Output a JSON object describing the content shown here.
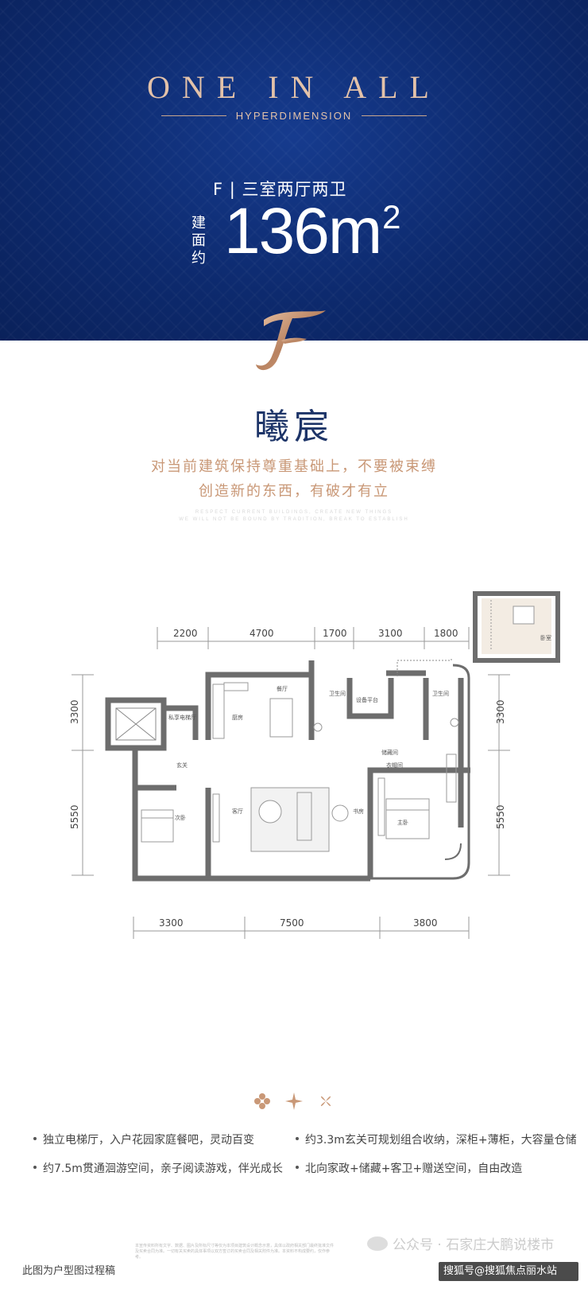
{
  "header": {
    "brand_title": "ONE IN ALL",
    "brand_subtitle": "HYPERDIMENSION",
    "unit_type": "F | 三室两厅两卫",
    "area_label": "建面约",
    "area_value": "136m",
    "area_unit_sup": "2"
  },
  "logo": {
    "letter": "F"
  },
  "intro": {
    "name": "曦宸",
    "slogan_line1": "对当前建筑保持尊重基础上，不要被束缚",
    "slogan_line2": "创造新的东西，有破才有立",
    "fine_en_line1": "RESPECT CURRENT BUILDINGS, CREATE NEW THINGS",
    "fine_en_line2": "WE WILL NOT BE BOUND BY TRADITION, BREAK TO ESTABLISH"
  },
  "floorplan": {
    "top_dims": [
      "2200",
      "4700",
      "1700",
      "3100",
      "1800"
    ],
    "bottom_dims": [
      "3300",
      "7500",
      "3800"
    ],
    "left_dims": [
      "3300",
      "5550"
    ],
    "right_dims": [
      "3300",
      "5550"
    ],
    "rooms": {
      "elevator_hall": "私享电梯厅",
      "kitchen": "厨房",
      "dining": "餐厅",
      "bath1": "卫生间",
      "equipment": "设备平台",
      "bath2": "卫生间",
      "entrance": "玄关",
      "storage": "储藏间",
      "second_bedroom": "次卧",
      "living": "客厅",
      "study": "书房",
      "cloakroom": "衣帽间",
      "master_bedroom": "主卧",
      "inset_bedroom": "卧室"
    }
  },
  "features": [
    "独立电梯厅，入户花园家庭餐吧，灵动百变",
    "约3.3m玄关可规划组合收纳，深柜+薄柜，大容量仓储",
    "约7.5m贯通洄游空间，亲子阅读游戏，伴光成长",
    "北向家政+储藏+客卫+赠送空间，自由改造"
  ],
  "footer": {
    "note": "此图为户型图过程稿",
    "disclaimer": "本宣传资料所有文字、数据、图片及所标尺寸等仅为本项目建筑设计概念示意，具体以政府相关部门最终批准文件及买卖合同为准。一切有关买卖的具体事项以双方签订的买卖合同及相关附件为准。本资料不构成要约，仅作参考。",
    "wechat_text": "公众号 · 石家庄大鹏说楼市",
    "source_tag": "搜狐号@搜狐焦点丽水站"
  },
  "colors": {
    "header_bg": "#0d2a6e",
    "gold": "#c99877",
    "name_navy": "#1d3468",
    "wall": "#6d6d6d"
  }
}
